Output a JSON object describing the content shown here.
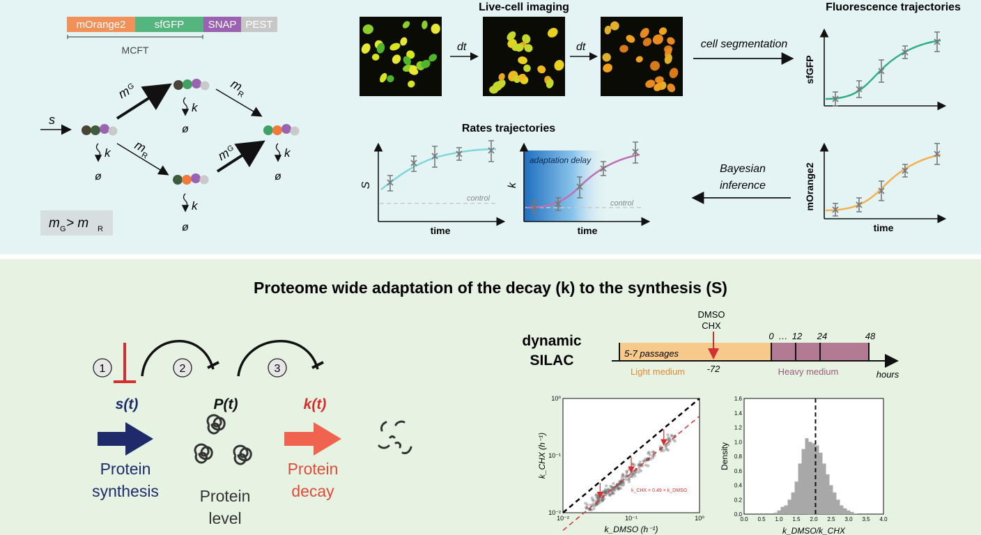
{
  "construct": {
    "segments": [
      {
        "label": "mOrange2",
        "color": "#f0915a"
      },
      {
        "label": "sfGFP",
        "color": "#55b57e"
      },
      {
        "label": "SNAP",
        "color": "#9a62b0"
      },
      {
        "label": "PEST",
        "color": "#c7c7c7"
      }
    ],
    "bracket_label": "MCFT"
  },
  "kinetics": {
    "s_label": "s",
    "mG_label": "m",
    "mG_sub": "G",
    "mR_label": "m",
    "mR_sub": "R",
    "k_label": "k",
    "null_label": "ø",
    "inequality": "m",
    "ineq_sub1": "G",
    "ineq_mid": "> m",
    "ineq_sub2": "R"
  },
  "imaging": {
    "title": "Live-cell imaging",
    "dt_label": "dt",
    "segmentation_label": "cell segmentation",
    "bayesian_label_1": "Bayesian",
    "bayesian_label_2": "inference"
  },
  "fluorescence": {
    "title": "Fluorescence trajectories",
    "plot1_ylabel": "sfGFP",
    "plot2_ylabel": "mOrange2",
    "xlabel": "time",
    "plot1_color": "#2fae84",
    "plot2_color": "#f3b04f"
  },
  "rates": {
    "title": "Rates trajectories",
    "plot1_ylabel": "S",
    "plot2_ylabel": "k",
    "xlabel": "time",
    "control_label": "control",
    "adaptation_label": "adaptation delay",
    "plot1_color": "#7fd6d6",
    "plot2_color": "#c070b0"
  },
  "bottom": {
    "headline": "Proteome wide adaptation of the decay (k) to the synthesis (S)",
    "steps": [
      "1",
      "2",
      "3"
    ],
    "synthesis_symbol": "s(t)",
    "level_symbol": "P(t)",
    "decay_symbol": "k(t)",
    "synthesis_text_1": "Protein",
    "synthesis_text_2": "synthesis",
    "level_text_1": "Protein",
    "level_text_2": "level",
    "decay_text_1": "Protein",
    "decay_text_2": "decay",
    "synthesis_color": "#1f2a6b",
    "decay_color": "#f0644f"
  },
  "silac": {
    "title_1": "dynamic",
    "title_2": "SILAC",
    "treatment_1": "DMSO",
    "treatment_2": "CHX",
    "passages_label": "5-7 passages",
    "light_label": "Light medium",
    "heavy_label": "Heavy medium",
    "hours_label": "hours",
    "tick_minus72": "-72",
    "tick_0": "0",
    "tick_dots": "…",
    "tick_12": "12",
    "tick_24": "24",
    "tick_48": "48",
    "light_color": "#f7c98a",
    "heavy_color": "#b27b93"
  },
  "chart_data": [
    {
      "type": "scatter",
      "xlabel": "k_DMSO (h^-1)",
      "ylabel": "k_CHX (h^-1)",
      "xscale": "log",
      "yscale": "log",
      "xlim": [
        0.01,
        1
      ],
      "ylim": [
        0.01,
        1
      ],
      "x_ticks": [
        "10^-2",
        "10^-1",
        "10^0"
      ],
      "y_ticks": [
        "10^-2",
        "10^-1",
        "10^0"
      ],
      "annotation": "k_CHX = 0.49 × k_DMSO",
      "reference_lines": [
        {
          "name": "identity",
          "slope": 1.0,
          "style": "dashed",
          "color": "#000000"
        },
        {
          "name": "fit",
          "slope": 0.49,
          "style": "dashed",
          "color": "#d32f2f"
        }
      ],
      "x": [
        0.025,
        0.03,
        0.035,
        0.04,
        0.045,
        0.05,
        0.06,
        0.07,
        0.08,
        0.1,
        0.12,
        0.15,
        0.2,
        0.3,
        0.4
      ],
      "y": [
        0.013,
        0.016,
        0.018,
        0.02,
        0.023,
        0.025,
        0.03,
        0.034,
        0.04,
        0.05,
        0.06,
        0.075,
        0.1,
        0.14,
        0.2
      ]
    },
    {
      "type": "bar",
      "xlabel": "k_DMSO/k_CHX",
      "ylabel": "Density",
      "xlim": [
        0,
        4
      ],
      "ylim": [
        0,
        1.6
      ],
      "x_ticks": [
        "0.0",
        "0.5",
        "1.0",
        "1.5",
        "2.0",
        "2.5",
        "3.0",
        "3.5",
        "4.0"
      ],
      "y_ticks": [
        "0.0",
        "0.2",
        "0.4",
        "0.6",
        "0.8",
        "1.0",
        "1.2",
        "1.4",
        "1.6"
      ],
      "median_line": 2.05,
      "categories": [
        "0.9",
        "1.0",
        "1.1",
        "1.2",
        "1.3",
        "1.4",
        "1.5",
        "1.6",
        "1.7",
        "1.8",
        "1.9",
        "2.0",
        "2.1",
        "2.2",
        "2.3",
        "2.4",
        "2.5",
        "2.6",
        "2.7",
        "2.8",
        "2.9",
        "3.0",
        "3.1",
        "3.2"
      ],
      "values": [
        0.02,
        0.05,
        0.1,
        0.12,
        0.2,
        0.3,
        0.45,
        0.7,
        0.9,
        1.05,
        1.0,
        0.98,
        0.95,
        0.85,
        0.7,
        0.55,
        0.4,
        0.3,
        0.2,
        0.12,
        0.08,
        0.05,
        0.03,
        0.01
      ]
    }
  ]
}
